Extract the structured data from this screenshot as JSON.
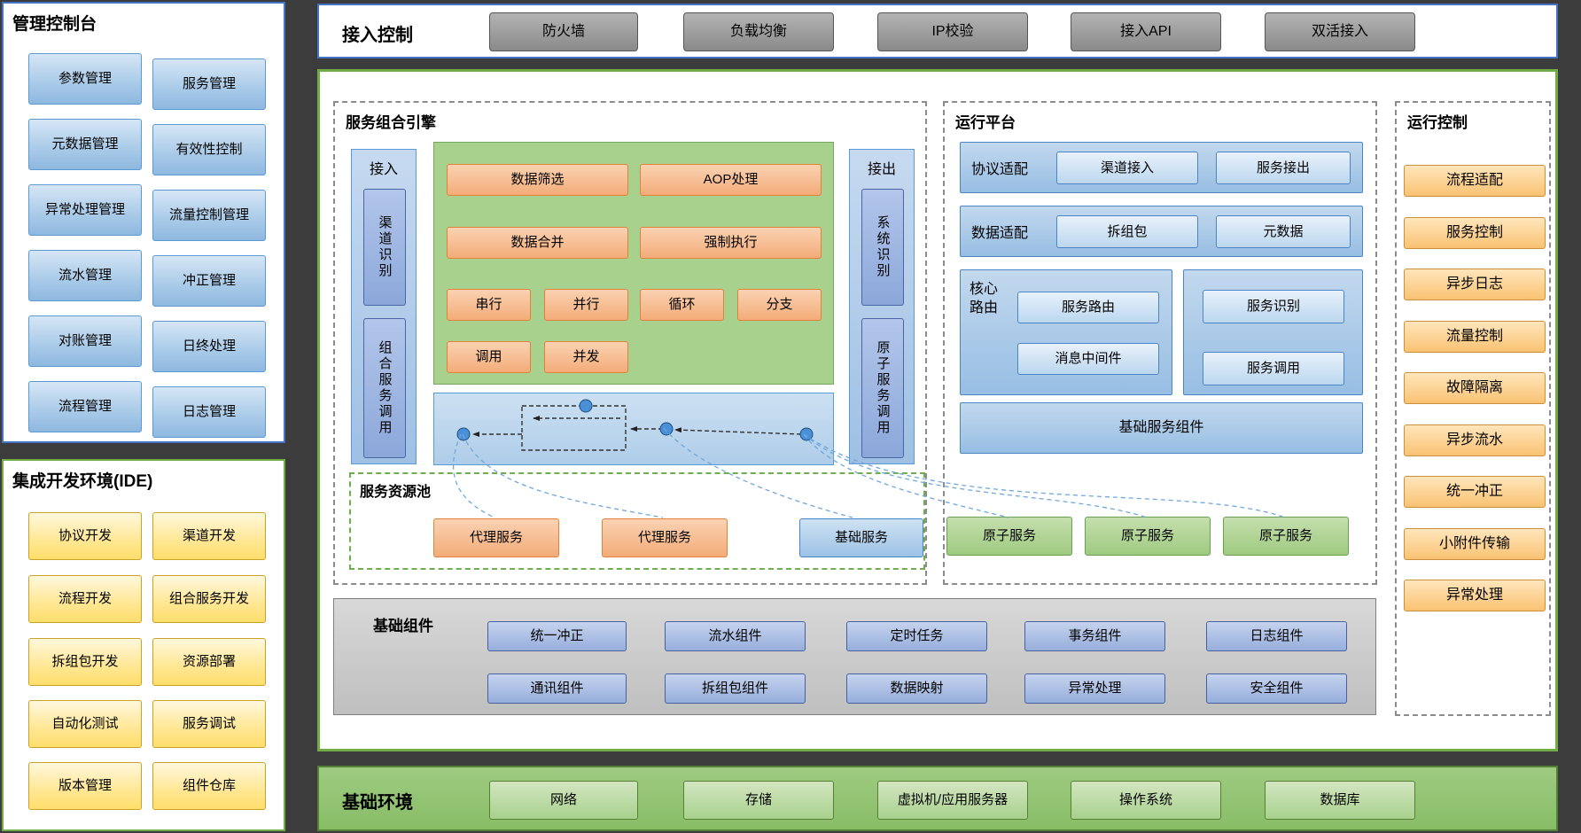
{
  "management_console": {
    "title": "管理控制台",
    "col1": [
      "参数管理",
      "元数据管理",
      "异常处理管理",
      "流水管理",
      "对账管理",
      "流程管理"
    ],
    "col2": [
      "服务管理",
      "有效性控制",
      "流量控制管理",
      "冲正管理",
      "日终处理",
      "日志管理"
    ]
  },
  "ide": {
    "title": "集成开发环境(IDE)",
    "col1": [
      "协议开发",
      "流程开发",
      "拆组包开发",
      "自动化测试",
      "版本管理"
    ],
    "col2": [
      "渠道开发",
      "组合服务开发",
      "资源部署",
      "服务调试",
      "组件仓库"
    ]
  },
  "access_control": {
    "title": "接入控制",
    "items": [
      "防火墙",
      "负载均衡",
      "IP校验",
      "接入API",
      "双活接入"
    ]
  },
  "service_engine": {
    "title": "服务组合引擎",
    "inbound_label": "接入",
    "inbound_items": [
      "渠道识别",
      "组合服务调用"
    ],
    "outbound_label": "接出",
    "outbound_items": [
      "系统识别",
      "原子服务调用"
    ],
    "ops_row1": [
      "数据筛选",
      "AOP处理"
    ],
    "ops_row2": [
      "数据合并",
      "强制执行"
    ],
    "ops_row3": [
      "串行",
      "并行",
      "循环",
      "分支"
    ],
    "ops_row4": [
      "调用",
      "并发"
    ]
  },
  "resource_pool": {
    "title": "服务资源池",
    "proxy1": "代理服务",
    "proxy2": "代理服务",
    "base": "基础服务",
    "atomic": [
      "原子服务",
      "原子服务",
      "原子服务"
    ]
  },
  "runtime_platform": {
    "title": "运行平台",
    "row1_label": "协议适配",
    "row1_items": [
      "渠道接入",
      "服务接出"
    ],
    "row2_label": "数据适配",
    "row2_items": [
      "拆组包",
      "元数据"
    ],
    "core_label": "核心路由",
    "core_items": [
      "服务路由",
      "消息中间件"
    ],
    "side_items": [
      "服务识别",
      "服务调用"
    ],
    "base_label": "基础服务组件"
  },
  "basic_components": {
    "title": "基础组件",
    "row1": [
      "统一冲正",
      "流水组件",
      "定时任务",
      "事务组件",
      "日志组件"
    ],
    "row2": [
      "通讯组件",
      "拆组包组件",
      "数据映射",
      "异常处理",
      "安全组件"
    ]
  },
  "runtime_control": {
    "title": "运行控制",
    "items": [
      "流程适配",
      "服务控制",
      "异步日志",
      "流量控制",
      "故障隔离",
      "异步流水",
      "统一冲正",
      "小附件传输",
      "异常处理"
    ]
  },
  "basic_environment": {
    "title": "基础环境",
    "items": [
      "网络",
      "存储",
      "虚拟机/应用服务器",
      "操作系统",
      "数据库"
    ]
  },
  "colors": {
    "accent_blue": "#4472C4",
    "accent_green": "#70AD47",
    "box_blue": "#9DC3E6",
    "box_orange": "#F4B183",
    "box_yellow": "#FFE699",
    "box_green": "#A9D18E",
    "btn_gray": "#8C8C8C",
    "btn_lavender": "#8FAADC",
    "btn_amber": "#F9C272"
  }
}
